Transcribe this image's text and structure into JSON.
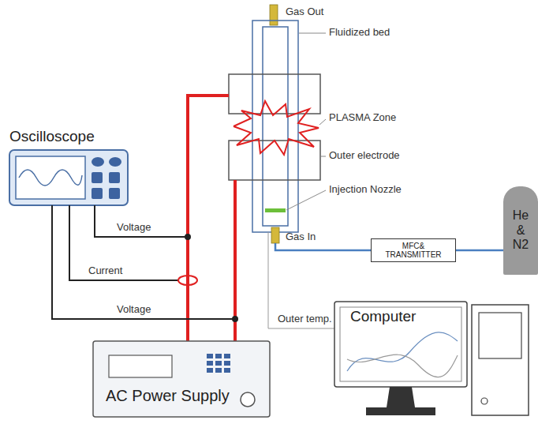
{
  "diagram": {
    "nodes": [
      {
        "text": [
          "Oscilloscope"
        ]
      },
      {
        "text": [
          "MFC& TRANSMITTER"
        ]
      },
      {
        "text": [
          "He & N2"
        ]
      },
      {
        "text": [
          "AC Power Supply"
        ]
      },
      {
        "text": [
          "Computer"
        ]
      }
    ],
    "edges": [
      {
        "from": 2,
        "to": 1,
        "arrow": "none"
      }
    ],
    "labels": [
      "Gas Out",
      "Fluidized bed",
      "PLASMA Zone",
      "Outer electrode",
      "Injection Nozzle",
      "Gas In",
      "Voltage",
      "Current",
      "Voltage",
      "Outer temp."
    ]
  }
}
